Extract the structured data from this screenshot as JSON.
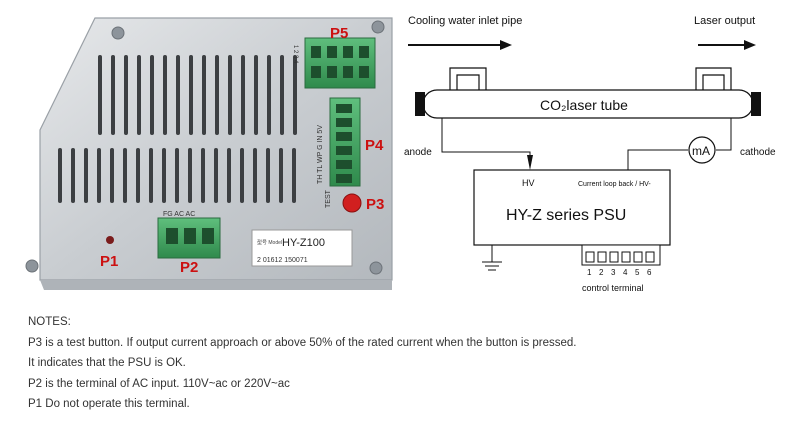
{
  "photo": {
    "labels": {
      "p1": "P1",
      "p2": "P2",
      "p3": "P3",
      "p4": "P4",
      "p5": "P5"
    },
    "p5_pins": "1 2 3 4",
    "p4_pins": "TH  TL  WP  G  IN  5V",
    "p2_top": "FG  AC  AC",
    "test_label": "TEST",
    "model_small": "型号\nModel",
    "model": "HY-Z100",
    "barcode": "2 01612 150071"
  },
  "diagram": {
    "inlet_label": "Cooling water inlet pipe",
    "output_label": "Laser output",
    "tube_label": "CO₂laser tube",
    "anode_label": "anode",
    "cathode_label": "cathode",
    "meter_label": "mA",
    "hv_label": "HV",
    "loopback_label": "Current loop back / HV-",
    "psu_label": "HY-Z series PSU",
    "terminal_numbers": [
      "1",
      "2",
      "3",
      "4",
      "5",
      "6"
    ],
    "terminal_label": "control terminal"
  },
  "notes": {
    "heading": "NOTES:",
    "lines": [
      "P3 is a test button. If output current approach or above 50% of the rated current when the button is pressed.",
      "It indicates that the PSU is OK.",
      "P2 is the terminal of AC input. 110V~ac or 220V~ac",
      "P1 Do not operate this terminal."
    ]
  },
  "colors": {
    "label_red": "#cc1111",
    "terminal_green": "#3d9a5a",
    "panel_silver": "#c8ccd0"
  }
}
